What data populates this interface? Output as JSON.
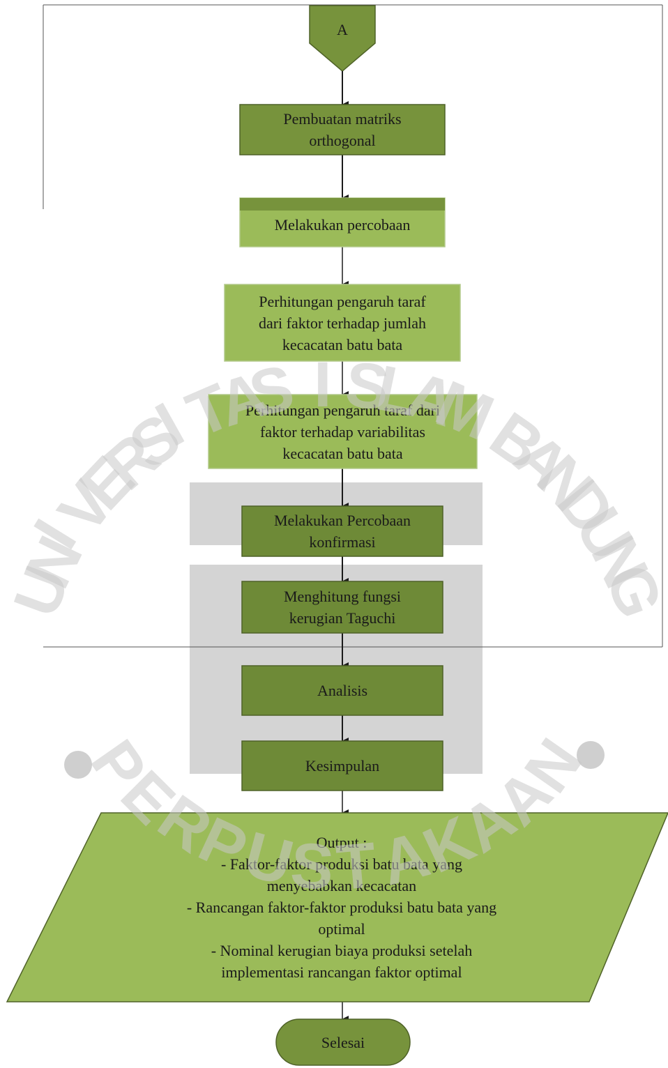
{
  "diagram": {
    "connector": "A",
    "steps": [
      "Pembuatan matriks\northogonal",
      "Melakukan percobaan",
      "Perhitungan pengaruh taraf\ndari faktor terhadap jumlah\nkecacatan batu bata",
      "Perhitungan pengaruh taraf dari\nfaktor terhadap variabilitas\nkecacatan batu bata",
      "Melakukan Percobaan\nkonfirmasi",
      "Menghitung fungsi\nkerugian Taguchi",
      "Analisis",
      "Kesimpulan"
    ],
    "output": "Output :\n- Faktor-faktor produksi batu bata yang\nmenyebabkan kecacatan\n- Rancangan faktor-faktor produksi batu bata yang\noptimal\n- Nominal kerugian biaya produksi setelah\nimplementasi rancangan faktor optimal",
    "end": "Selesai"
  },
  "watermark": {
    "letters": [
      "U",
      "N",
      "I",
      "V",
      "E",
      "R",
      "S",
      "I",
      "T",
      "A",
      "S",
      " ",
      "I",
      "S",
      "L",
      "A",
      "M",
      " ",
      "B",
      "A",
      "N",
      "D",
      "U",
      "N",
      "G"
    ],
    "bottom_letters": [
      "P",
      "E",
      "R",
      "P",
      "U",
      "S",
      "T",
      "A",
      "K",
      "A",
      "A",
      "N"
    ]
  },
  "colors": {
    "box_dark": "#77933c",
    "box_light": "#9bbb59",
    "box_border": "#4f6228",
    "watermark": "#c8c8c8"
  }
}
